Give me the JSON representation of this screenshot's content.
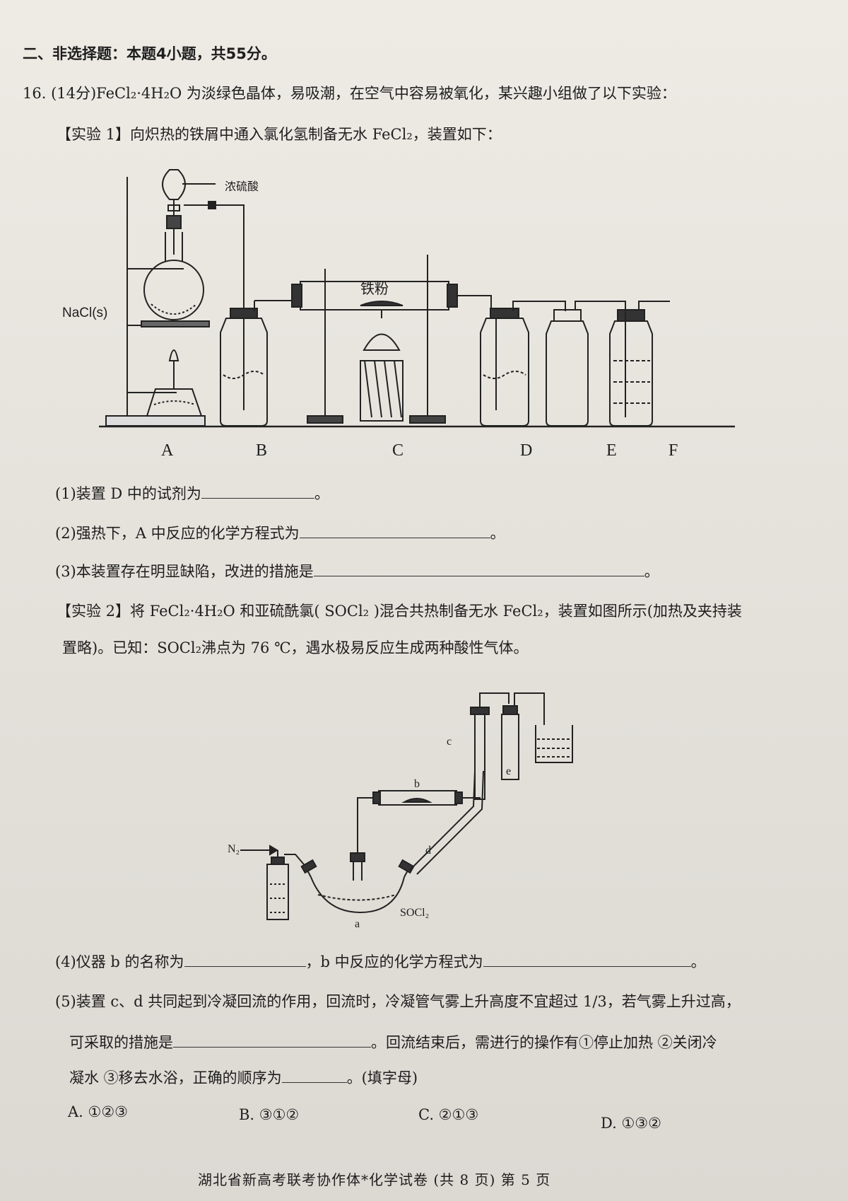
{
  "section": {
    "title": "二、非选择题：本题4小题，共55分。"
  },
  "q16": {
    "intro": "16. (14分)FeCl₂·4H₂O 为淡绿色晶体，易吸潮，在空气中容易被氧化，某兴趣小组做了以下实验：",
    "exp1": "【实验 1】向炽热的铁屑中通入氯化氢制备无水 FeCl₂，装置如下：",
    "fig1": {
      "label_acid": "浓硫酸",
      "label_iron": "铁粉",
      "label_nacl": "NaCl(s)",
      "letters": [
        "A",
        "B",
        "C",
        "D",
        "E",
        "F"
      ]
    },
    "sub1": "(1)装置 D 中的试剂为",
    "sub2": "(2)强热下，A 中反应的化学方程式为",
    "sub3": "(3)本装置存在明显缺陷，改进的措施是",
    "exp2_line1": "【实验 2】将 FeCl₂·4H₂O 和亚硫酰氯( SOCl₂ )混合共热制备无水 FeCl₂，装置如图所示(加热及夹持装",
    "exp2_line2": "置略)。已知：SOCl₂沸点为 76 ℃，遇水极易反应生成两种酸性气体。",
    "fig2": {
      "n2": "N₂",
      "b": "b",
      "c": "c",
      "d": "d",
      "e": "e",
      "a": "a",
      "socl2": "SOCl₂"
    },
    "sub4a": "(4)仪器 b 的名称为",
    "sub4b": "，b 中反应的化学方程式为",
    "sub5_line1": "(5)装置 c、d 共同起到冷凝回流的作用，回流时，冷凝管气雾上升高度不宜超过 1/3，若气雾上升过高，",
    "sub5_line2a": "可采取的措施是",
    "sub5_line2b": "。回流结束后，需进行的操作有①停止加热 ②关闭冷",
    "sub5_line3a": "凝水 ③移去水浴，正确的顺序为",
    "sub5_line3b": "。(填字母)",
    "options": [
      "A. ①②③",
      "B. ③①②",
      "C. ②①③",
      "D. ①③②"
    ]
  },
  "footer": "湖北省新高考联考协作体*化学试卷 (共 8 页) 第 5 页"
}
